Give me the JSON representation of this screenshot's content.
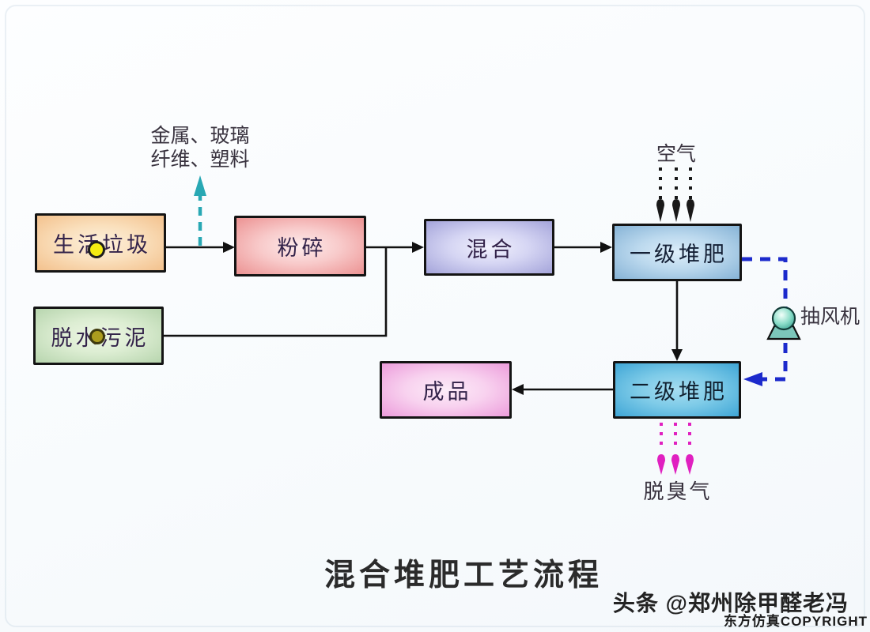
{
  "diagram": {
    "title": "混合堆肥工艺流程",
    "nodes": {
      "household_waste": {
        "label": "生活垃圾",
        "fill": "#f3c18d"
      },
      "dewatered_sludge": {
        "label": "脱水污泥",
        "fill": "#b7d5ae"
      },
      "crushing": {
        "label": "粉碎",
        "fill": "#ec9292"
      },
      "mixing": {
        "label": "混合",
        "fill": "#a4a4da"
      },
      "primary_composting": {
        "label": "一级堆肥",
        "fill": "#86b3d6"
      },
      "secondary_composting": {
        "label": "二级堆肥",
        "fill": "#3fa6d6"
      },
      "finished_product": {
        "label": "成品",
        "fill": "#ec9cdb"
      }
    },
    "annotations": {
      "removed_materials_line1": "金属、玻璃",
      "removed_materials_line2": "纤维、塑料",
      "air": "空气",
      "exhaust_fan": "抽风机",
      "deodorized_gas": "脱臭气"
    },
    "flow_colors": {
      "solid_arrow": "#111111",
      "reject_arrow_teal": "#28a8b4",
      "fan_loop_blue": "#1c2acc",
      "gas_arrow_magenta": "#e020c0",
      "indicator_yellow": "#f4eb12",
      "indicator_olive": "#ac9d1e"
    },
    "watermark": {
      "line1": "头条 @郑州除甲醛老冯",
      "line2": "东方仿真COPYRIGHT"
    }
  }
}
